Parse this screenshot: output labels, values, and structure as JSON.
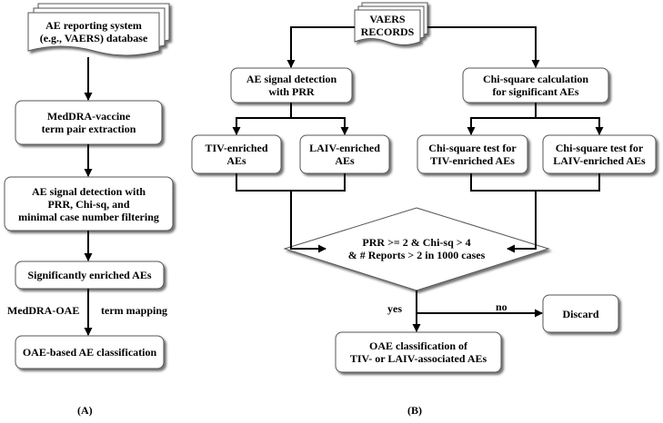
{
  "panel_a": {
    "label": "(A)",
    "db": "AE reporting system\n(e.g., VAERS) database",
    "step1": "MedDRA-vaccine\nterm pair extraction",
    "step2": "AE signal detection with\nPRR, Chi-sq, and\nminimal case number filtering",
    "step3": "Significantly enriched AEs",
    "mapping_left": "MedDRA-OAE",
    "mapping_right": "term mapping",
    "step4": "OAE-based  AE classification"
  },
  "panel_b": {
    "label": "(B)",
    "records": "VAERS\nRECORDS",
    "prr_detect": "AE signal detection\nwith PRR",
    "chi_calc": "Chi-square calculation\nfor significant AEs",
    "tiv": "TIV-enriched\nAEs",
    "laiv": "LAIV-enriched\nAEs",
    "chi_tiv": "Chi-square test for\nTIV-enriched AEs",
    "chi_laiv": "Chi-square test for\nLAIV-enriched AEs",
    "decision": "PRR >= 2 & Chi-sq > 4\n& # Reports > 2 in 1000 cases",
    "yes": "yes",
    "no": "no",
    "discard": "Discard",
    "result": "OAE classification of\nTIV- or LAIV-associated AEs"
  }
}
